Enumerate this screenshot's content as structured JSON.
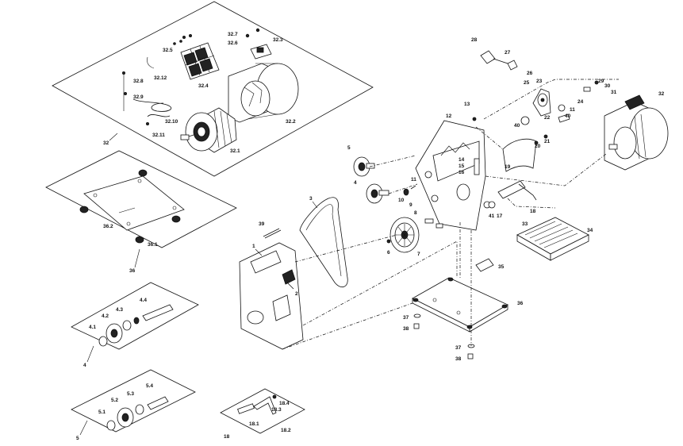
{
  "diagram": {
    "labels": {
      "l32_7": "32.7",
      "l32_6": "32.6",
      "l32_3": "32.3",
      "l32_5": "32.5",
      "l32_12": "32.12",
      "l32_8": "32.8",
      "l32_4": "32.4",
      "l32_9": "32.9",
      "l32_10": "32.10",
      "l32_11": "32.11",
      "l32_2": "32.2",
      "l32_1": "32.1",
      "l32a": "32",
      "l36_2": "36.2",
      "l36_1": "36.1",
      "l36a": "36",
      "l4_1": "4.1",
      "l4_2": "4.2",
      "l4_3": "4.3",
      "l4_4": "4.4",
      "l4": "4",
      "l5_1": "5.1",
      "l5_2": "5.2",
      "l5_3": "5.3",
      "l5_4": "5.4",
      "l5": "5",
      "l18": "18",
      "l18_1": "18.1",
      "l18_2": "18.2",
      "l18_3": "18.3",
      "l18_4": "18.4",
      "l39": "39",
      "l1": "1",
      "l2": "2",
      "l3": "3",
      "l5b": "5",
      "l4b": "4",
      "l6": "6",
      "l7": "7",
      "l8": "8",
      "l9": "9",
      "l10": "10",
      "l11": "11",
      "l12": "12",
      "l13": "13",
      "l14": "14",
      "l15": "15",
      "l16": "16",
      "l17": "17",
      "l41": "41",
      "l18b": "18",
      "l19": "19",
      "l20": "20",
      "l21": "21",
      "l22": "22",
      "l23": "23",
      "l24": "24",
      "l25": "25",
      "l26": "26",
      "l27": "27",
      "l28": "28",
      "l29": "29",
      "l30": "30",
      "l31": "31",
      "l32": "32",
      "l33": "33",
      "l34": "34",
      "l35": "35",
      "l36": "36",
      "l37": "37",
      "l38": "38",
      "l37b": "37",
      "l38b": "38",
      "l40": "40",
      "l40b": "40",
      "l11b": "11"
    }
  }
}
